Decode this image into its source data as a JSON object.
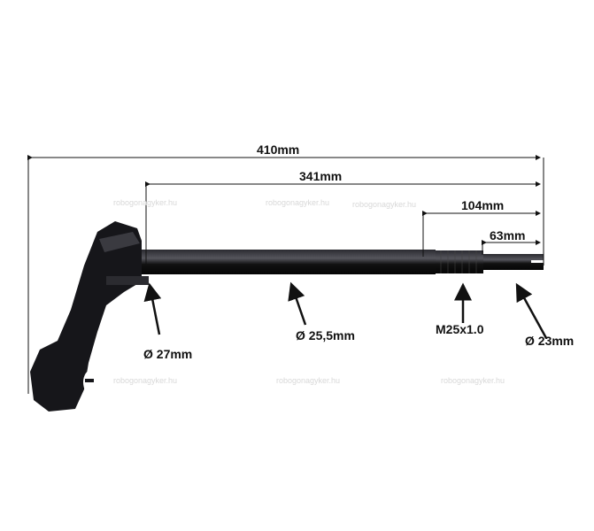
{
  "dimensions": {
    "overall_length": "410mm",
    "shaft_length": "341mm",
    "upper_section": "104mm",
    "top_section": "63mm",
    "base_diameter": "Ø 27mm",
    "shaft_diameter": "Ø 25,5mm",
    "thread": "M25x1.0",
    "tip_diameter": "Ø 23mm"
  },
  "watermark": "robogonagyker.hu",
  "colors": {
    "part": "#16161a",
    "line": "#111111"
  }
}
